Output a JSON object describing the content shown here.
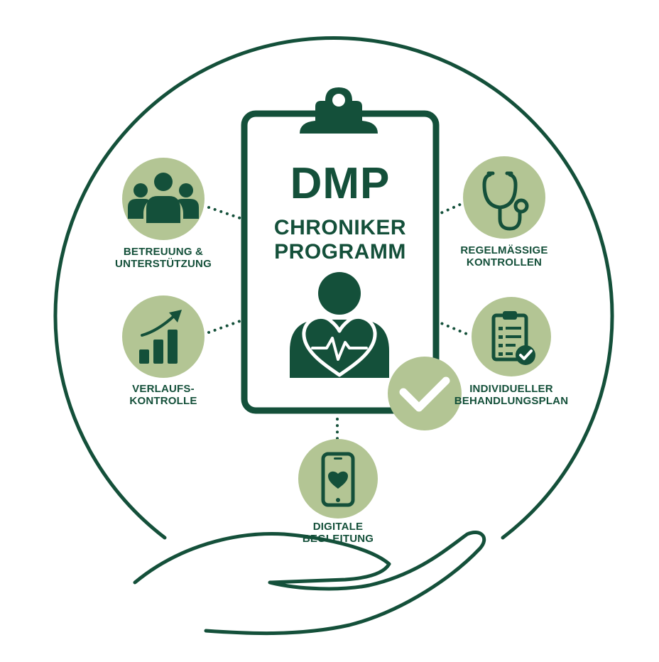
{
  "colors": {
    "dark_green": "#14503a",
    "light_green": "#b3c594",
    "background": "#ffffff"
  },
  "clipboard": {
    "title": "DMP",
    "subtitle_line1": "CHRONIKER",
    "subtitle_line2": "PROGRAMM"
  },
  "features": [
    {
      "id": "support",
      "icon": "people-icon",
      "line1": "BETREUUNG &",
      "line2": "UNTERSTÜTZUNG"
    },
    {
      "id": "progress",
      "icon": "bar-chart-trend-icon",
      "line1": "VERLAUFS-",
      "line2": "KONTROLLE"
    },
    {
      "id": "digital",
      "icon": "smartphone-heart-icon",
      "line1": "DIGITALE",
      "line2": "BEGLEITUNG"
    },
    {
      "id": "checks",
      "icon": "stethoscope-icon",
      "line1": "REGELMÄSSIGE",
      "line2": "KONTROLLEN"
    },
    {
      "id": "plan",
      "icon": "checklist-clipboard-icon",
      "line1": "INDIVIDUELLER",
      "line2": "BEHANDLUNGSPLAN"
    }
  ],
  "icons": {
    "patient": "patient-heart-icon",
    "check": "checkmark-icon",
    "hand": "open-hand-icon"
  }
}
